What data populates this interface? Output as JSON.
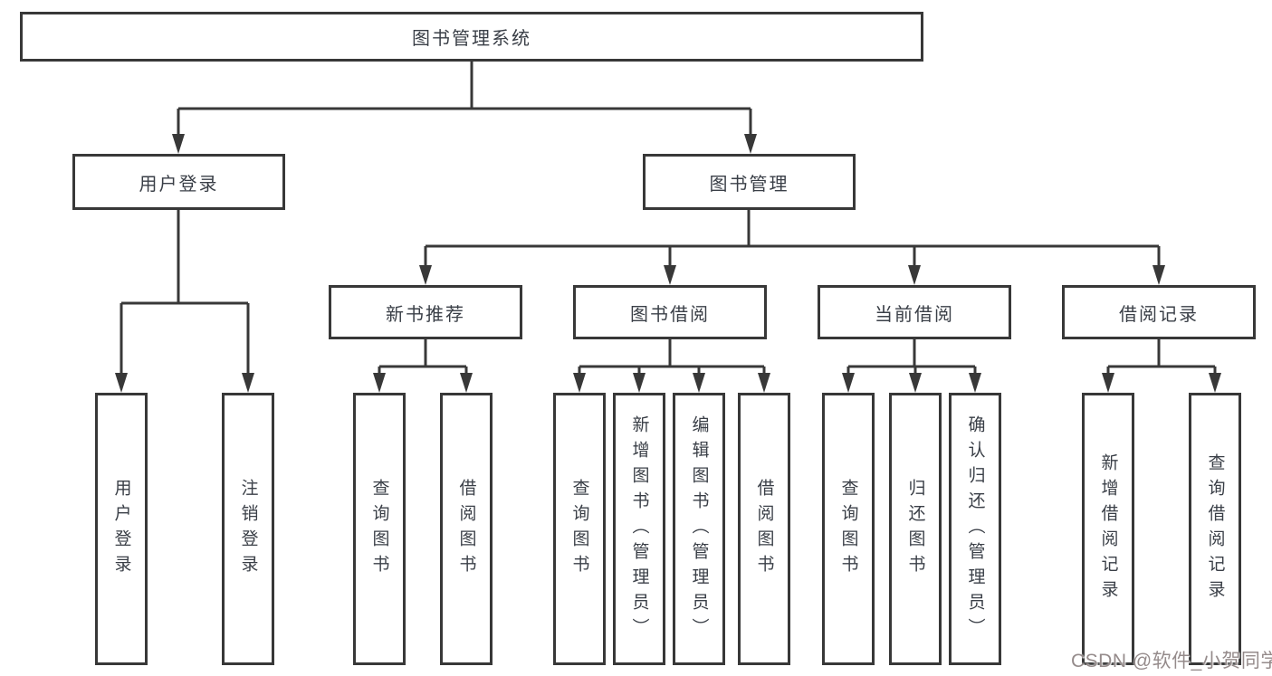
{
  "diagram": {
    "title": "图书管理系统",
    "root": {
      "label": "图书管理系统"
    },
    "level2": [
      {
        "id": "user-login",
        "label": "用户登录"
      },
      {
        "id": "book-management",
        "label": "图书管理"
      }
    ],
    "level3": [
      {
        "id": "new-book-recommend",
        "label": "新书推荐"
      },
      {
        "id": "book-borrow",
        "label": "图书借阅"
      },
      {
        "id": "current-borrow",
        "label": "当前借阅"
      },
      {
        "id": "borrow-records",
        "label": "借阅记录"
      }
    ],
    "leaves": [
      {
        "parent": "user-login",
        "label": "用户登录"
      },
      {
        "parent": "user-login",
        "label": "注销登录"
      },
      {
        "parent": "new-book-recommend",
        "label": "查询图书"
      },
      {
        "parent": "new-book-recommend",
        "label": "借阅图书"
      },
      {
        "parent": "book-borrow",
        "label": "查询图书"
      },
      {
        "parent": "book-borrow",
        "label": "新增图书（管理员）"
      },
      {
        "parent": "book-borrow",
        "label": "编辑图书（管理员）"
      },
      {
        "parent": "book-borrow",
        "label": "借阅图书"
      },
      {
        "parent": "current-borrow",
        "label": "查询图书"
      },
      {
        "parent": "current-borrow",
        "label": "归还图书"
      },
      {
        "parent": "current-borrow",
        "label": "确认归还（管理员）"
      },
      {
        "parent": "borrow-records",
        "label": "新增借阅记录"
      },
      {
        "parent": "borrow-records",
        "label": "查询借阅记录"
      }
    ],
    "watermark": "CSDN @软件_小贺同学",
    "colors": {
      "line": "#383838",
      "box_border": "#383838",
      "text": "#3a3f47",
      "watermark": "#958b8b",
      "background": "#ffffff"
    }
  }
}
